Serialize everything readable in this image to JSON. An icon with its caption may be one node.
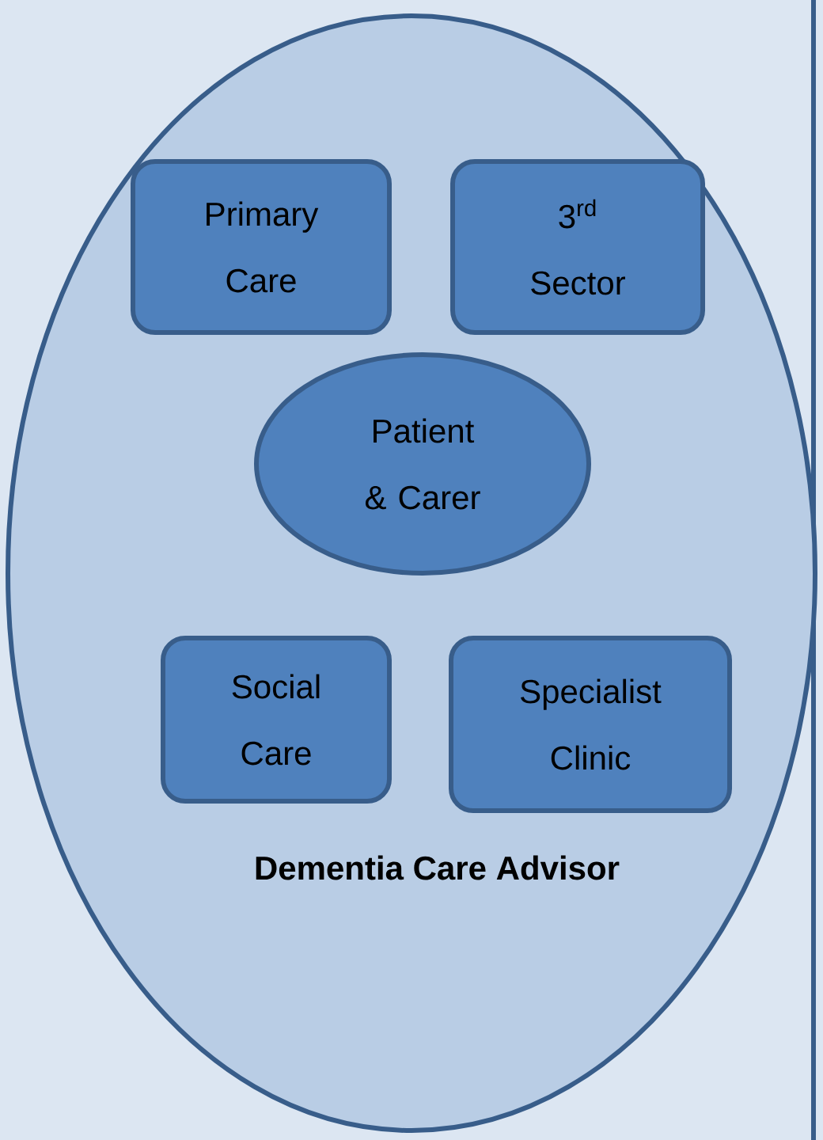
{
  "diagram": {
    "nodes": [
      {
        "text": [
          "Dementia Care Advisor"
        ]
      },
      {
        "text": [
          "Primary Care"
        ],
        "in": 0
      },
      {
        "text": [
          "3$^{rd}$ Sector"
        ],
        "in": 0
      },
      {
        "text": [
          "Patient & Carer"
        ],
        "in": 0
      },
      {
        "text": [
          "Social Care"
        ],
        "in": 0
      },
      {
        "text": [
          "Specialist Clinic"
        ],
        "in": 0
      }
    ]
  }
}
